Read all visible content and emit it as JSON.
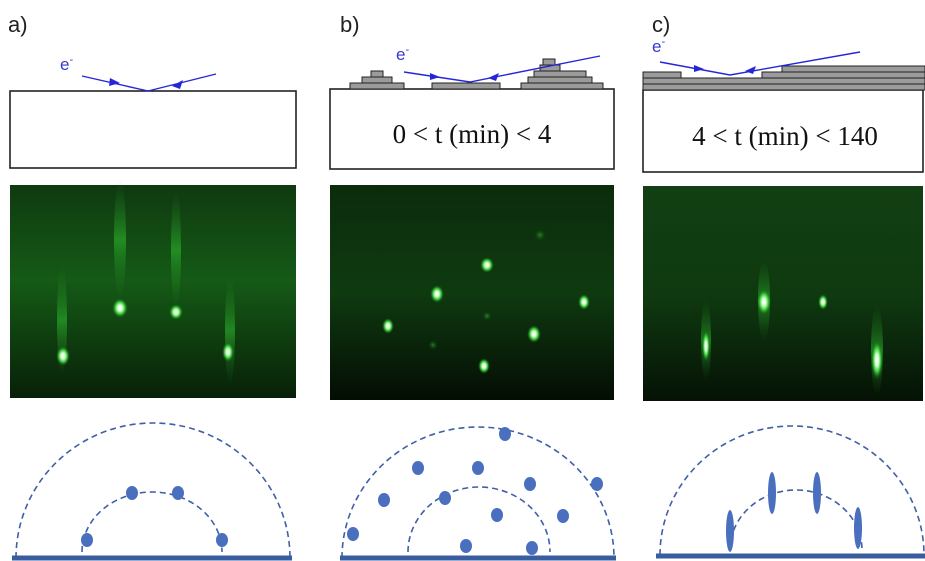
{
  "panels": [
    {
      "label": "a)",
      "electron_label": "e",
      "electron_superscript": "-",
      "time_label": ""
    },
    {
      "label": "b)",
      "electron_label": "e",
      "electron_superscript": "-",
      "time_label": "0 < t (min) < 4"
    },
    {
      "label": "c)",
      "electron_label": "e",
      "electron_superscript": "-",
      "time_label": "4 < t (min) < 140"
    }
  ],
  "colors": {
    "beam": "#2626d9",
    "rheed_background": "#0b1a0b",
    "rheed_spot": "#c8ffc8",
    "schematic_dot": "#4a6fbf",
    "schematic_arc": "#3f5fa6"
  }
}
